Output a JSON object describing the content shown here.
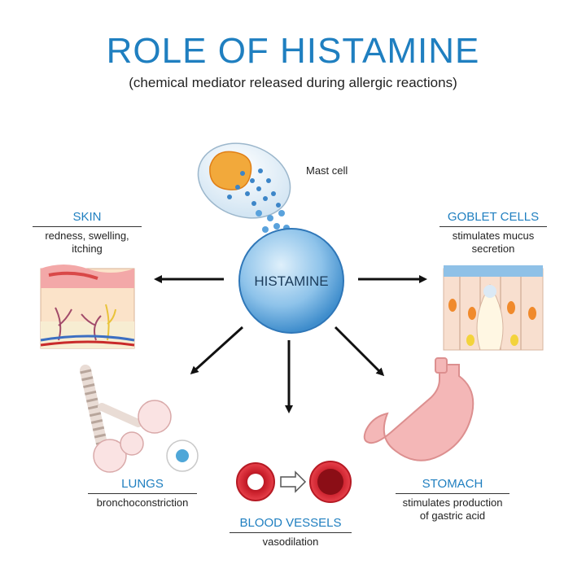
{
  "title": "ROLE OF HISTAMINE",
  "subtitle": "(chemical mediator released during allergic reactions)",
  "center_label": "HISTAMINE",
  "mast_cell_label": "Mast cell",
  "effects": {
    "skin": {
      "heading": "SKIN",
      "description": "redness, swelling, itching"
    },
    "goblet": {
      "heading": "GOBLET CELLS",
      "description": "stimulates mucus secretion"
    },
    "lungs": {
      "heading": "LUNGS",
      "description": "bronchoconstriction"
    },
    "blood": {
      "heading": "BLOOD VESSELS",
      "description": "vasodilation"
    },
    "stomach": {
      "heading": "STOMACH",
      "description": "stimulates production of gastric acid"
    }
  },
  "colors": {
    "accent_blue": "#1f7fc0",
    "histamine_fill": "#8ec3ea",
    "tissue_pink": "#f4b7b7",
    "blood_red": "#c81e2a"
  }
}
